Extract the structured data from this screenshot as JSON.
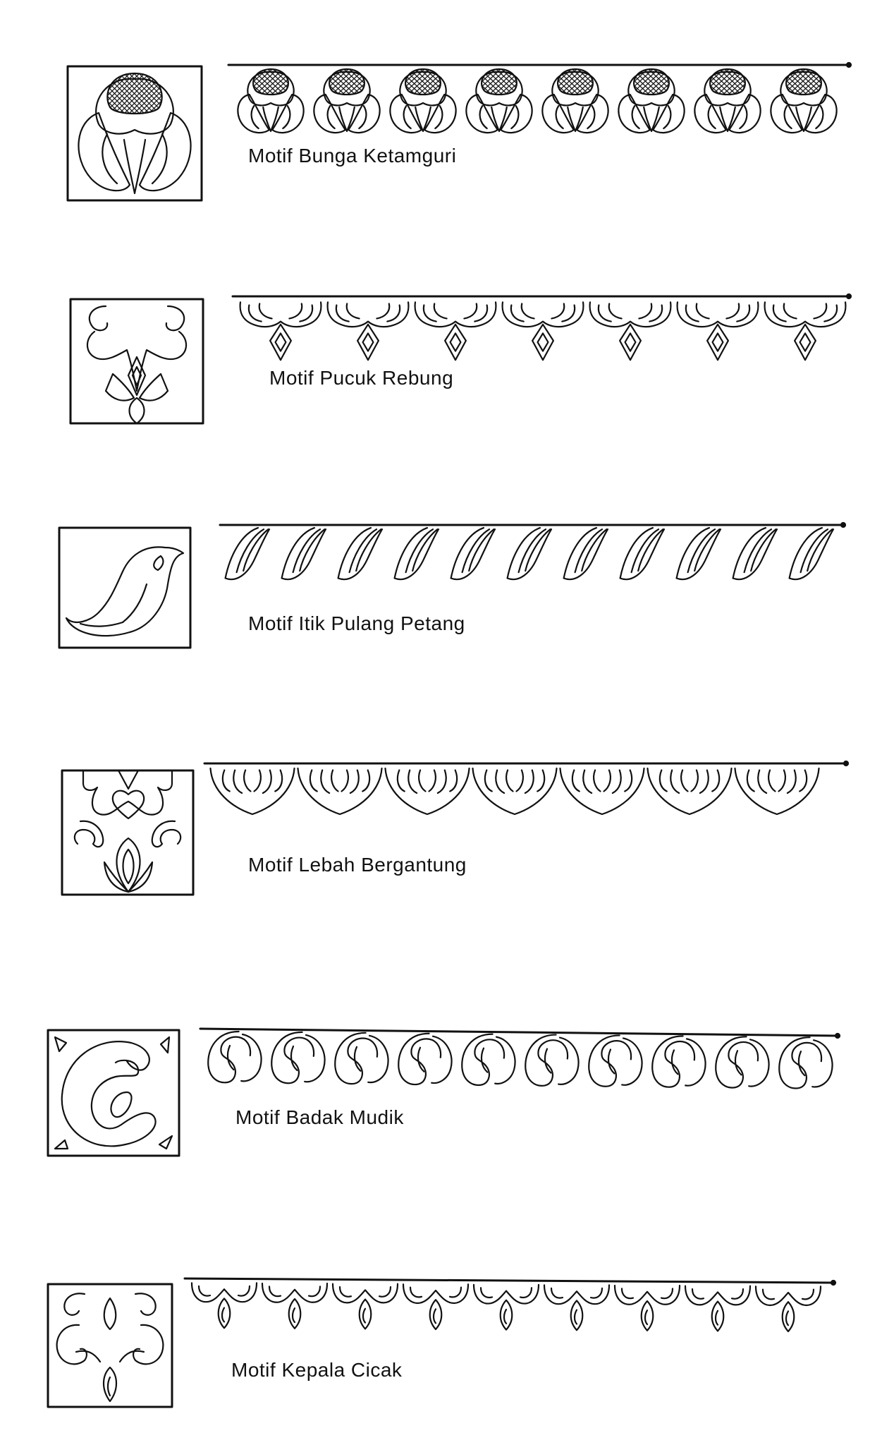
{
  "motifs": [
    {
      "name": "Motif  Bunga  Ketamguri",
      "pattern": "flower-bud"
    },
    {
      "name": "Motif  Pucuk  Rebung",
      "pattern": "bamboo-shoot"
    },
    {
      "name": "Motif  Itik  Pulang  Petang",
      "pattern": "duck-feather"
    },
    {
      "name": "Motif  Lebah  Bergantung",
      "pattern": "hanging-bee"
    },
    {
      "name": "Motif  Badak  Mudik",
      "pattern": "paisley"
    },
    {
      "name": "Motif  Kepala  Cicak",
      "pattern": "gecko-head"
    }
  ],
  "colors": {
    "ink": "#111111",
    "paper": "#ffffff"
  }
}
